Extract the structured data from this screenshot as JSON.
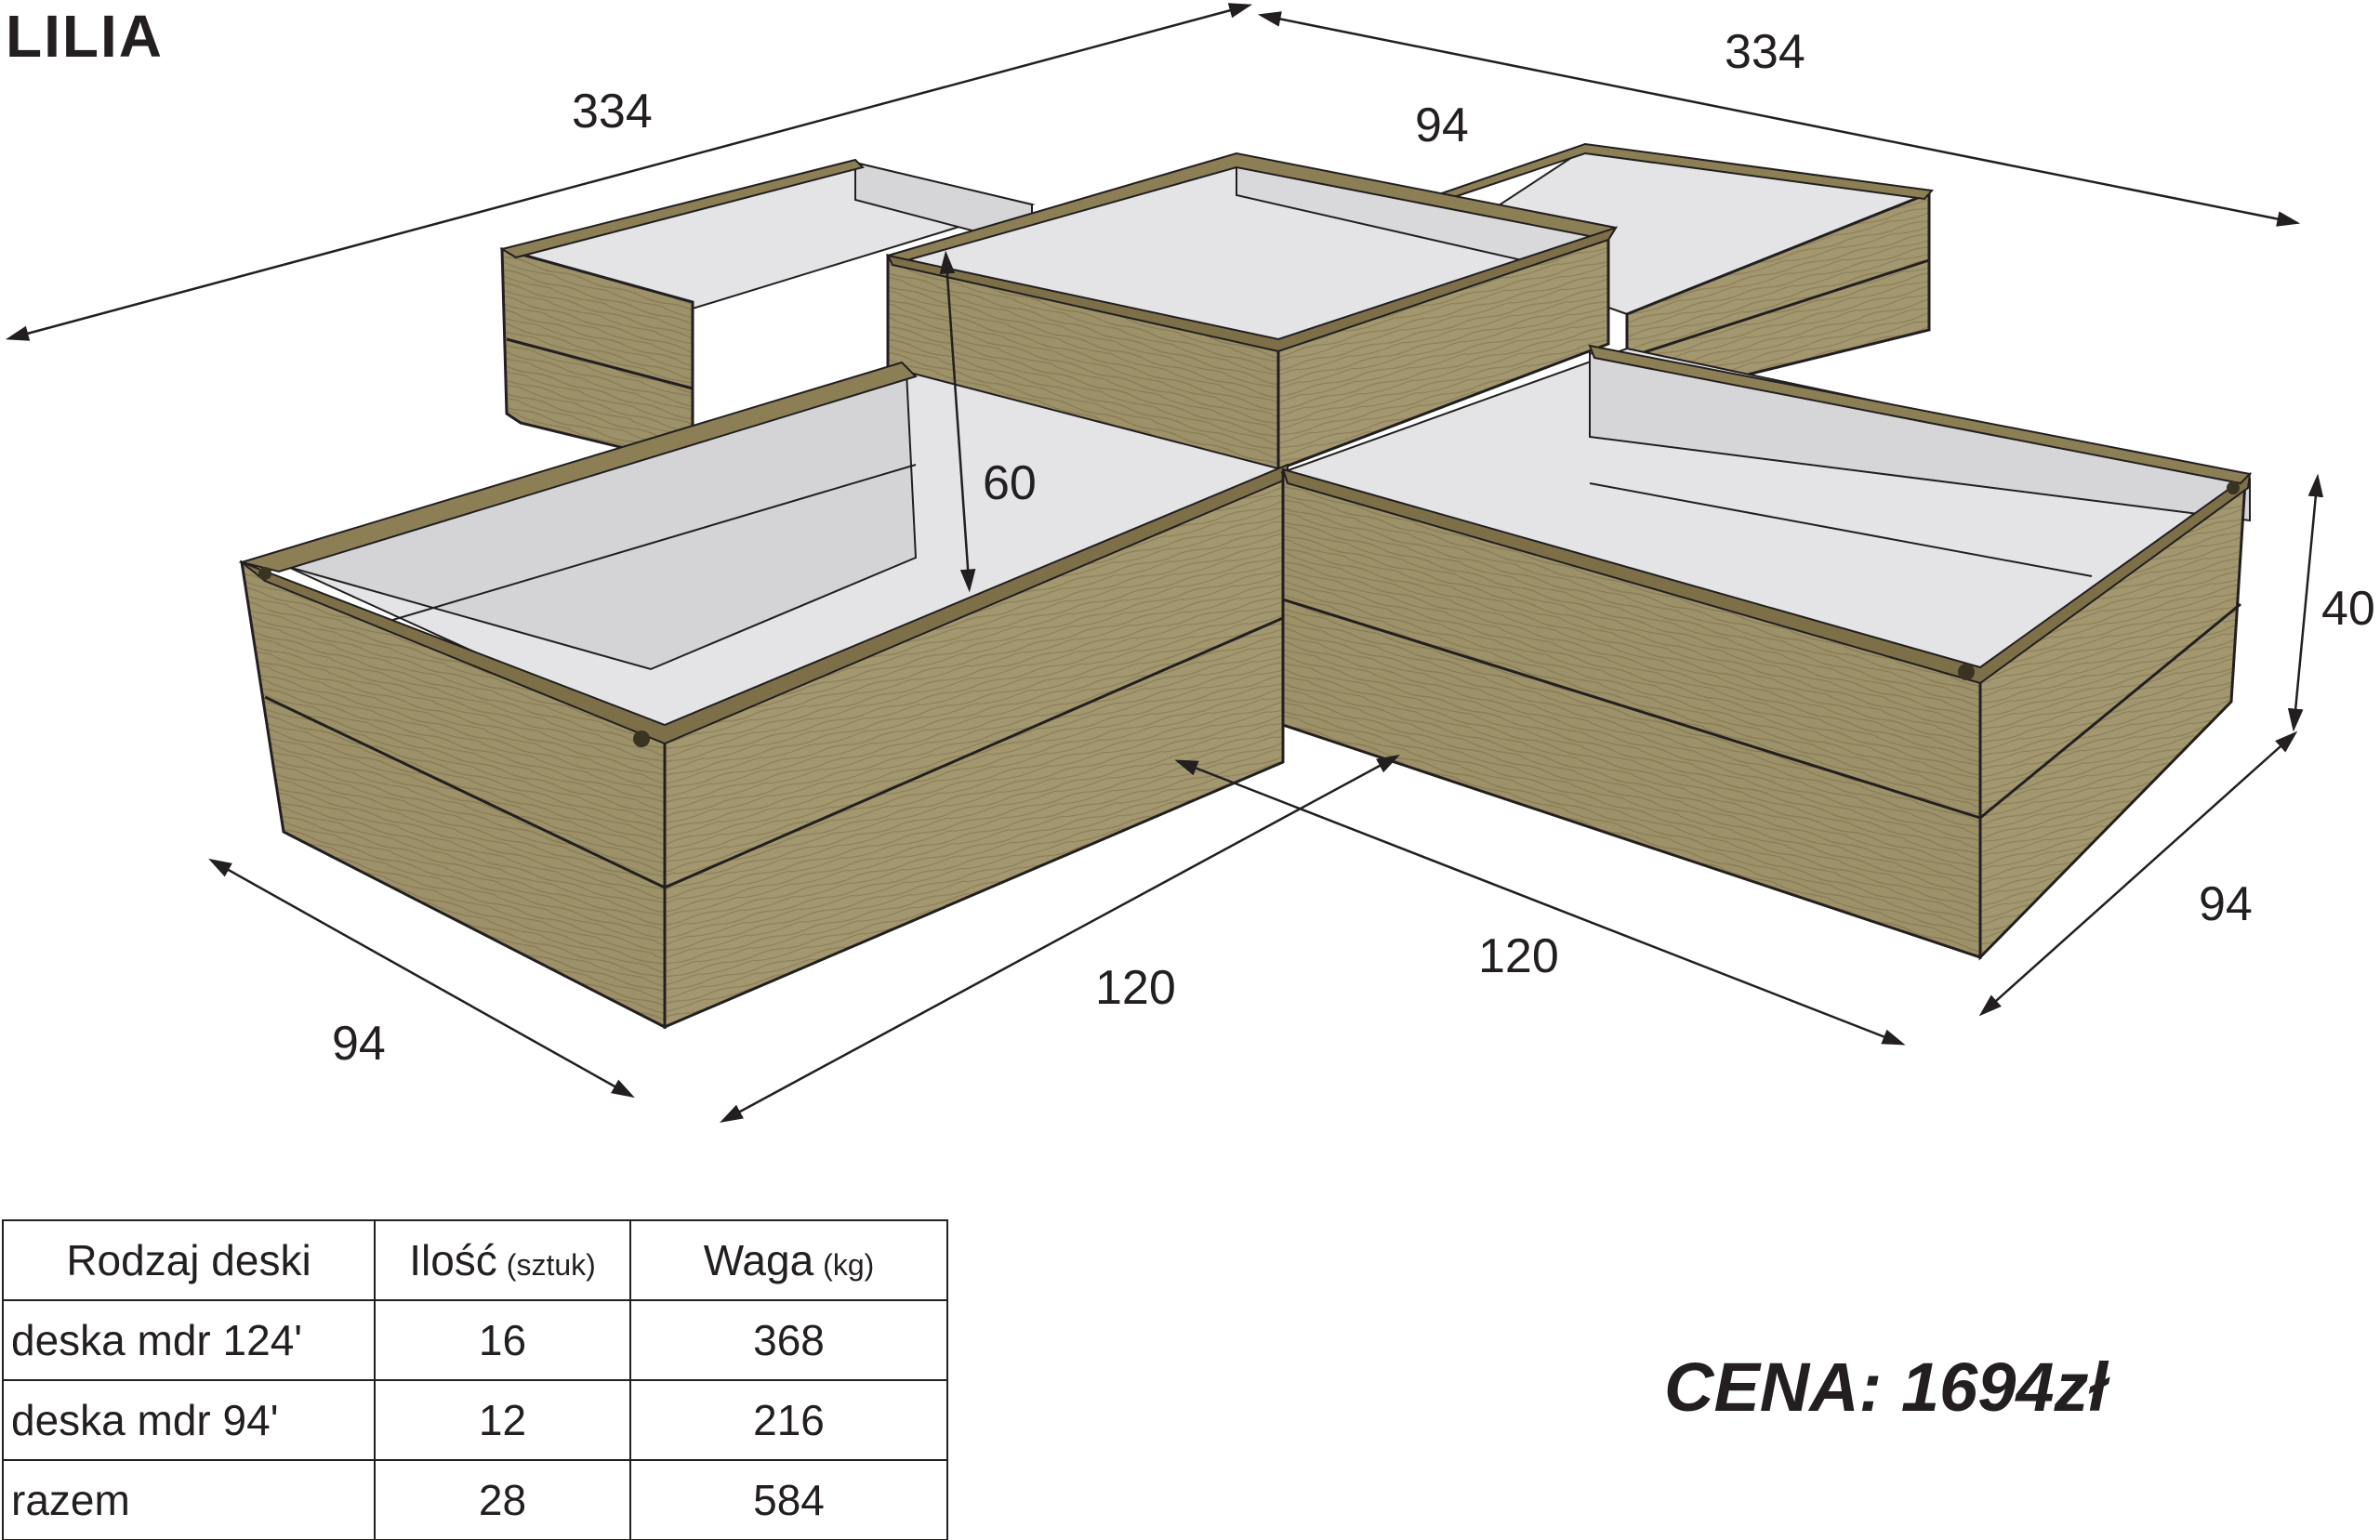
{
  "title": "LILIA",
  "dimensions": {
    "back_left_length": "334",
    "back_right_length": "334",
    "center_width": "94",
    "depth": "60",
    "height": "40",
    "front_left_width": "94",
    "front_right_width": "94",
    "front_left_length": "120",
    "front_right_length": "120"
  },
  "table": {
    "headers": {
      "type": "Rodzaj deski",
      "quantity": "Ilość",
      "quantity_unit": "(sztuk)",
      "weight": "Waga",
      "weight_unit": "(kg)"
    },
    "rows": [
      {
        "name": "deska mdr 124'",
        "quantity": "16",
        "weight": "368"
      },
      {
        "name": "deska mdr 94'",
        "quantity": "12",
        "weight": "216"
      },
      {
        "name": "razem",
        "quantity": "28",
        "weight": "584"
      }
    ]
  },
  "price": {
    "label": "CENA:",
    "value": "1694zł"
  },
  "colors": {
    "wood_light": "#a69a6e",
    "wood_mid": "#8c7f55",
    "wood_dark": "#5e5332",
    "interior": "#e4e4e6",
    "line": "#231f20"
  }
}
